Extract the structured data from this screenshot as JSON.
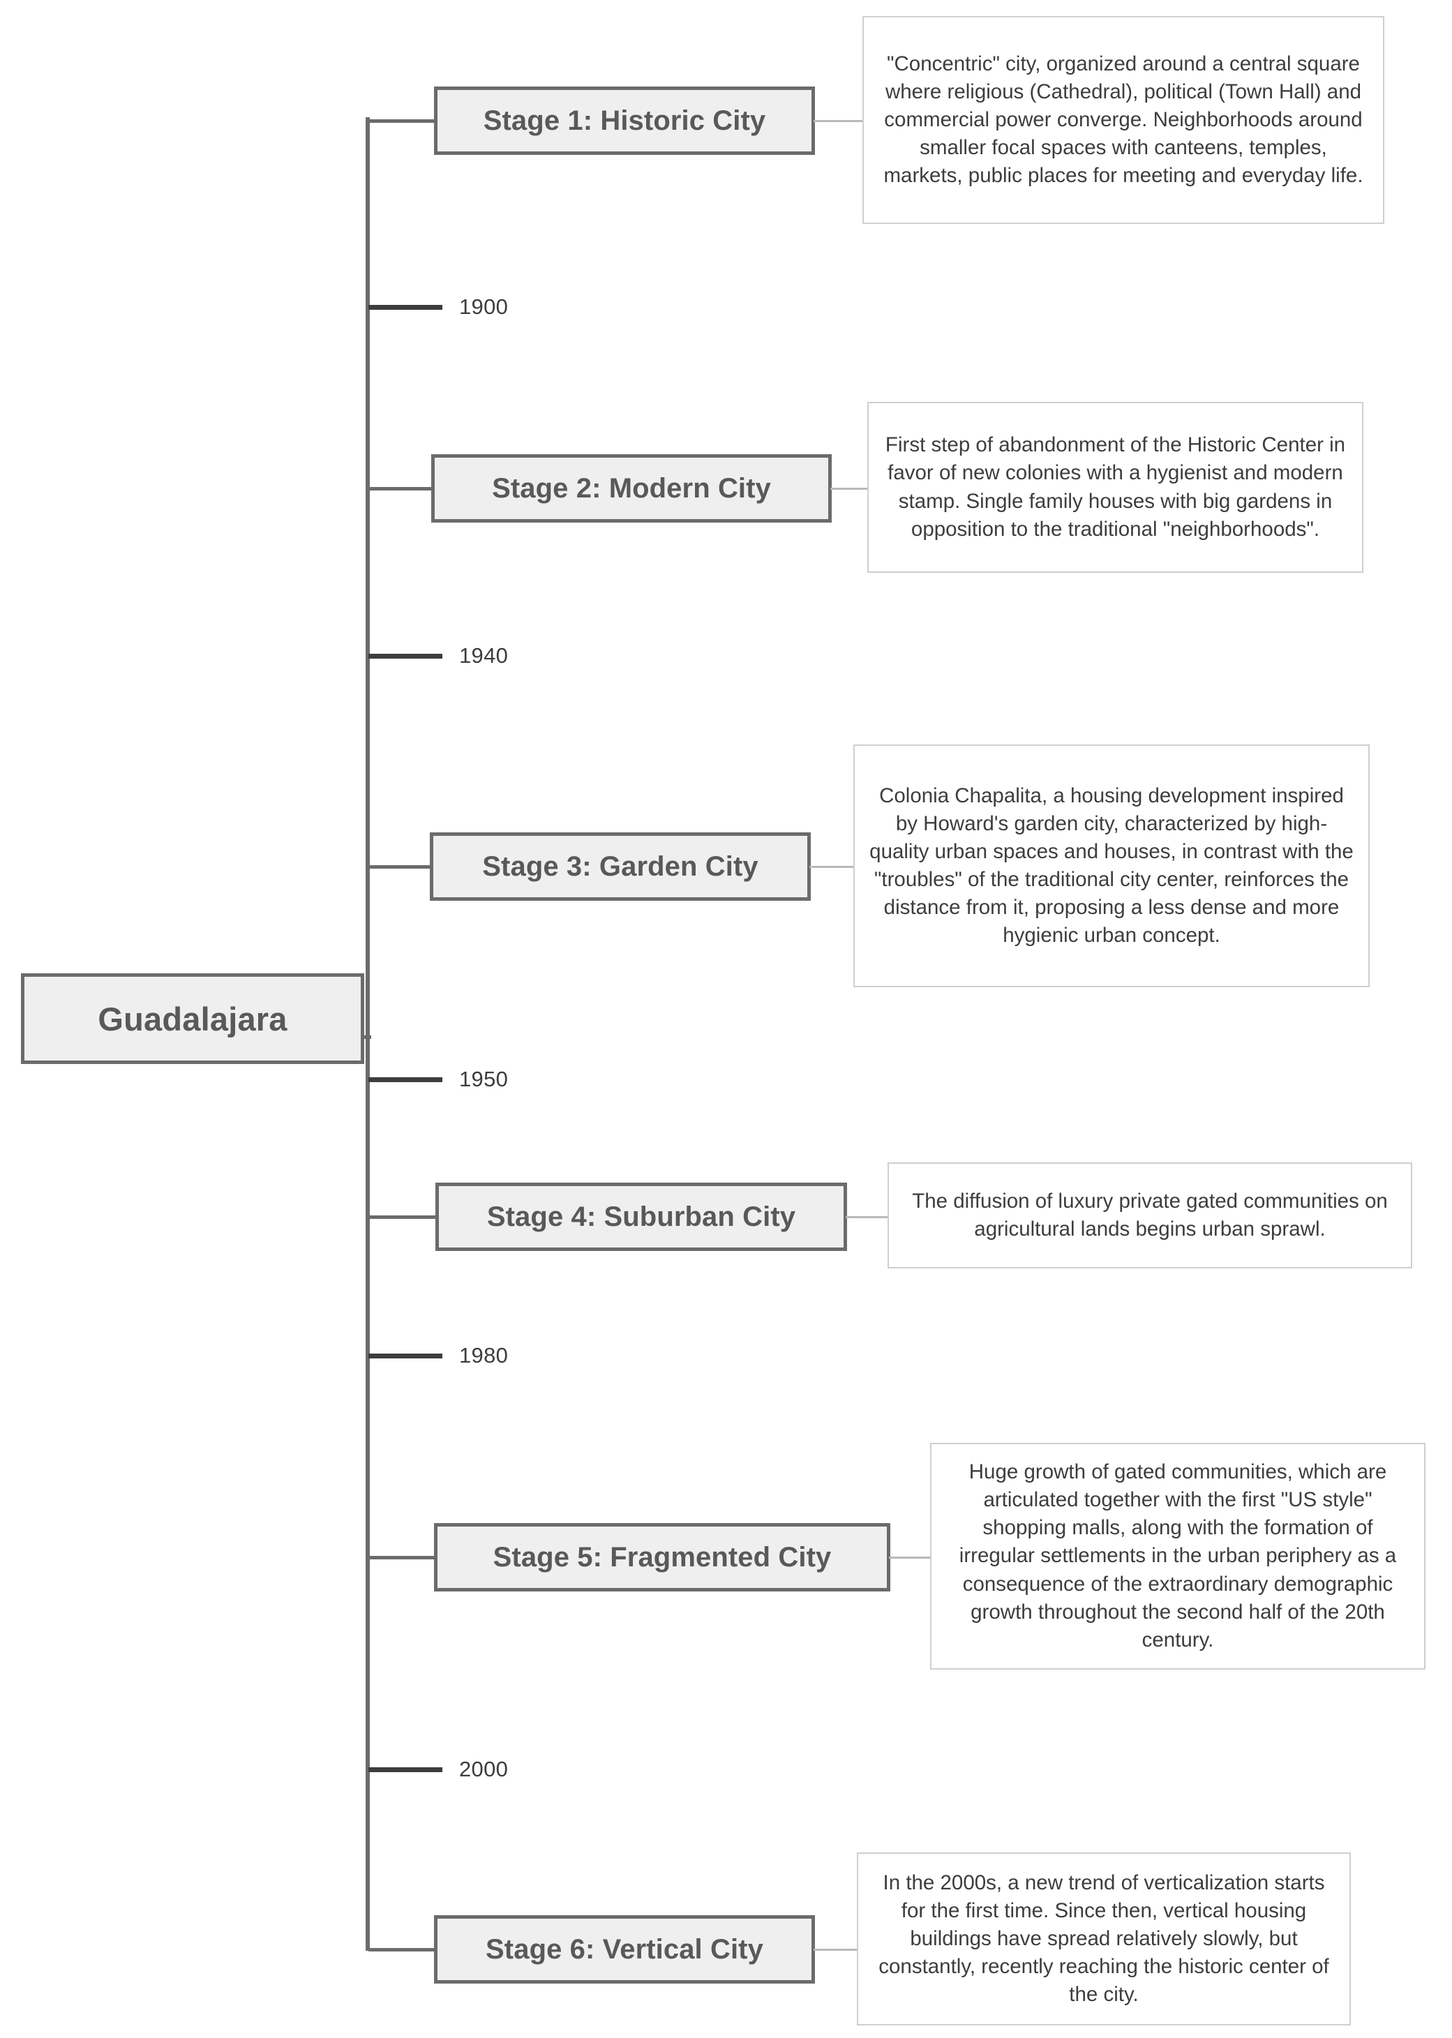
{
  "diagram": {
    "title": "Guadalajara urban development stages timeline",
    "root": {
      "label": "Guadalajara"
    },
    "colors": {
      "node_fill": "#efefef",
      "node_border": "#6b6b6b",
      "node_text": "#595959",
      "desc_fill": "#ffffff",
      "desc_border": "#cfcfcf",
      "desc_text": "#3d3d3d",
      "spine": "#6b6b6b",
      "tick": "#3d3d3d",
      "background": "#ffffff"
    },
    "stages": [
      {
        "label": "Stage 1: Historic City",
        "description": "\"Concentric\" city, organized around a central square where religious (Cathedral), political (Town Hall) and commercial power converge. Neighborhoods around smaller focal spaces with canteens, temples, markets, public places for meeting and everyday life."
      },
      {
        "label": "Stage 2: Modern City",
        "description": "First step of abandonment of the Historic Center in favor of new colonies with a hygienist and modern stamp. Single family houses with big gardens in opposition to the traditional \"neighborhoods\"."
      },
      {
        "label": "Stage 3: Garden City",
        "description": "Colonia Chapalita, a housing development inspired by Howard's garden city, characterized by high-quality urban spaces and houses, in contrast with the \"troubles\" of the traditional city center, reinforces the distance from it, proposing a less dense and more hygienic urban concept."
      },
      {
        "label": "Stage 4: Suburban City",
        "description": "The diffusion of luxury private gated communities on agricultural lands begins urban sprawl."
      },
      {
        "label": "Stage 5: Fragmented City",
        "description": "Huge growth of gated communities, which are articulated together with the first \"US style\" shopping malls, along with the formation of irregular settlements in the urban periphery as a consequence of the extraordinary demographic growth throughout the second half of the 20th century."
      },
      {
        "label": "Stage 6: Vertical City",
        "description": "In the 2000s, a new trend of verticalization starts for the first time. Since then, vertical housing buildings have spread relatively slowly, but constantly, recently reaching the historic center of the city."
      }
    ],
    "years": [
      {
        "label": "1900"
      },
      {
        "label": "1940"
      },
      {
        "label": "1950"
      },
      {
        "label": "1980"
      },
      {
        "label": "2000"
      }
    ]
  }
}
